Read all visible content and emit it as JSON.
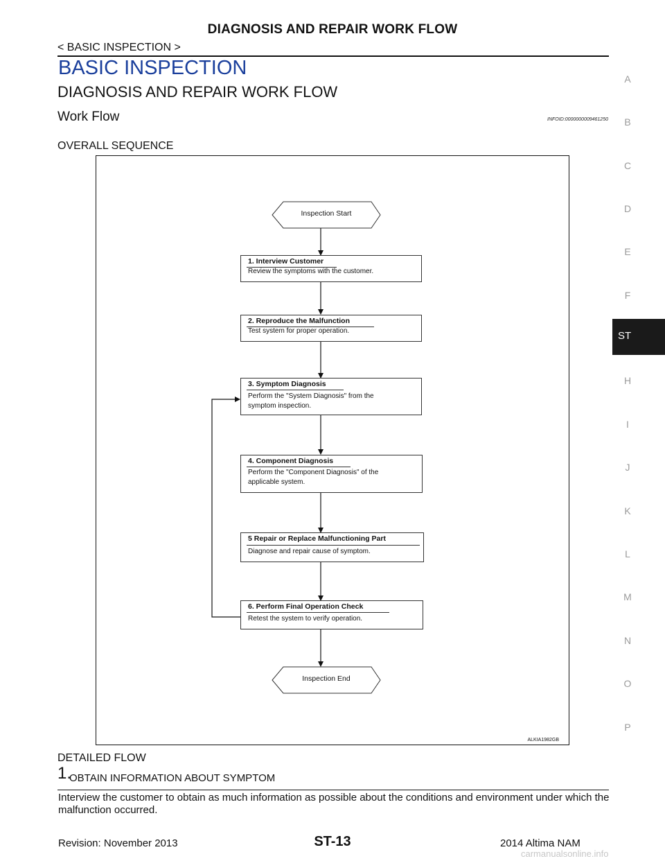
{
  "header": {
    "title": "DIAGNOSIS AND REPAIR WORK FLOW",
    "breadcrumb": "< BASIC INSPECTION >"
  },
  "section": {
    "title": "BASIC INSPECTION",
    "subtitle": "DIAGNOSIS AND REPAIR WORK FLOW",
    "work_flow": "Work Flow",
    "infoid": "INFOID:0000000009461250",
    "overall_label": "OVERALL SEQUENCE"
  },
  "flowchart": {
    "start": "Inspection Start",
    "end": "Inspection End",
    "steps": [
      {
        "title": "1. Interview Customer",
        "desc": [
          "Review the symptoms with the customer."
        ]
      },
      {
        "title": "2. Reproduce the Malfunction",
        "desc": [
          "Test system for proper operation."
        ]
      },
      {
        "title": "3. Symptom Diagnosis",
        "desc": [
          "Perform the \"System Diagnosis\" from the",
          "symptom inspection."
        ]
      },
      {
        "title": "4. Component Diagnosis",
        "desc": [
          "Perform the \"Component Diagnosis\" of the",
          "applicable system."
        ]
      },
      {
        "title": "5 Repair or Replace Malfunctioning Part",
        "desc": [
          "Diagnose and repair cause of symptom."
        ]
      },
      {
        "title": "6. Perform Final Operation Check",
        "desc": [
          "Retest the system to verify operation."
        ]
      }
    ],
    "figure_id": "ALKIA1982GB"
  },
  "detailed": {
    "label": "DETAILED FLOW",
    "step1_number": "1.",
    "step1_title": "OBTAIN INFORMATION ABOUT SYMPTOM",
    "step1_body": "Interview the customer to obtain as much information as possible about the conditions and environment under which the malfunction occurred."
  },
  "side_index": {
    "letters": [
      "A",
      "B",
      "C",
      "D",
      "E",
      "F",
      "ST",
      "H",
      "I",
      "J",
      "K",
      "L",
      "M",
      "N",
      "O",
      "P"
    ],
    "active": "ST"
  },
  "footer": {
    "revision": "Revision: November 2013",
    "page": "ST-13",
    "model": "2014 Altima NAM",
    "watermark": "carmanualsonline.info"
  }
}
